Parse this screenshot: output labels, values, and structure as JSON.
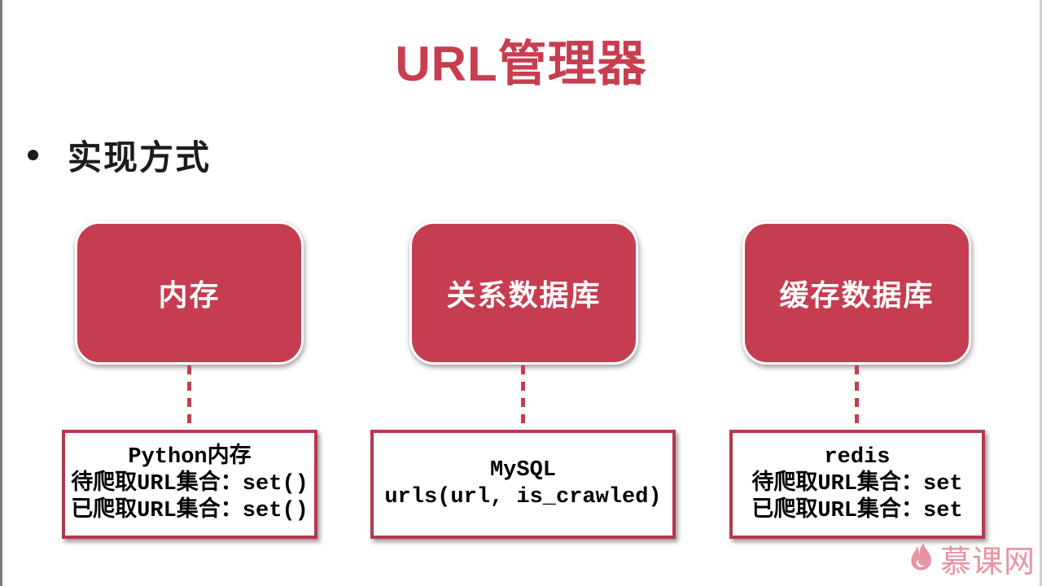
{
  "slide": {
    "title": "URL管理器",
    "bullet_label": "实现方式",
    "nodes": [
      {
        "label": "内存",
        "details": [
          "Python内存",
          "待爬取URL集合：set()",
          "已爬取URL集合：set()"
        ]
      },
      {
        "label": "关系数据库",
        "details": [
          "MySQL",
          "urls(url, is_crawled)"
        ]
      },
      {
        "label": "缓存数据库",
        "details": [
          "redis",
          "待爬取URL集合：set",
          "已爬取URL集合：set"
        ]
      }
    ],
    "watermark": {
      "brand": "慕课网",
      "icon": "flame-icon"
    },
    "colors": {
      "accent_red": "#c83d4f",
      "node_fill_red": "#c63c50",
      "detail_border_red": "#b23a4d",
      "watermark_pink": "#e893a1",
      "text_black": "#1c1c1c"
    }
  }
}
